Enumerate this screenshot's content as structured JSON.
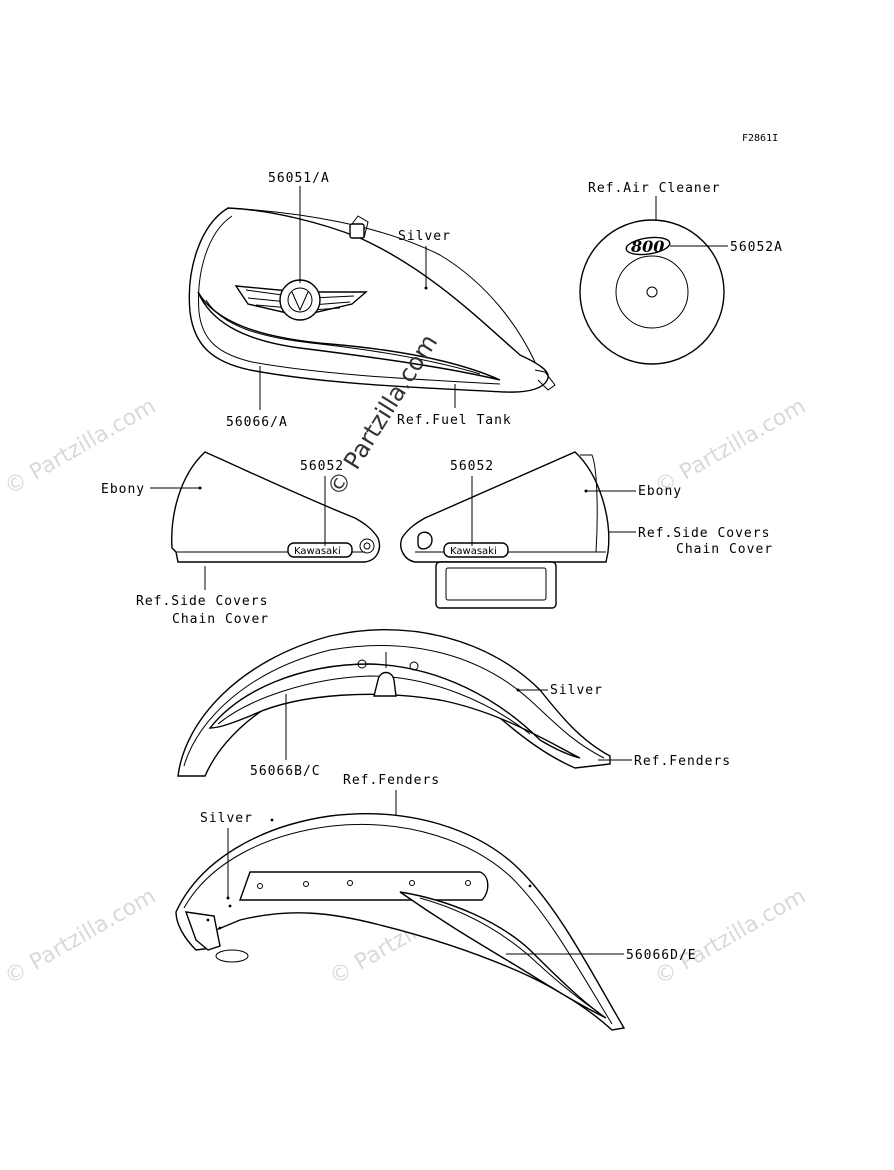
{
  "figure_id": "F2861I",
  "labels": {
    "part_56051a": "56051/A",
    "silver_tank": "Silver",
    "ref_air_cleaner": "Ref.Air Cleaner",
    "part_56052a": "56052A",
    "air_cleaner_logo": "800",
    "part_56066a": "56066/A",
    "ref_fuel_tank": "Ref.Fuel Tank",
    "ebony_left": "Ebony",
    "part_56052_left": "56052",
    "part_56052_right": "56052",
    "ebony_right": "Ebony",
    "ref_side_covers_right": "Ref.Side Covers",
    "chain_cover_right": "Chain Cover",
    "ref_side_covers_left": "Ref.Side Covers",
    "chain_cover_left": "Chain Cover",
    "badge_left": "Kawasaki",
    "badge_right": "Kawasaki",
    "silver_front_fender": "Silver",
    "part_56066bc": "56066B/C",
    "ref_fenders_front": "Ref.Fenders",
    "ref_fenders_rear": "Ref.Fenders",
    "silver_rear_fender": "Silver",
    "part_56066de": "56066D/E"
  },
  "watermarks": {
    "main": "© Partzilla.com",
    "repeat": "© Partzilla.com"
  },
  "colors": {
    "line": "#000000",
    "watermark": "#d9d9d9",
    "background": "#ffffff"
  }
}
